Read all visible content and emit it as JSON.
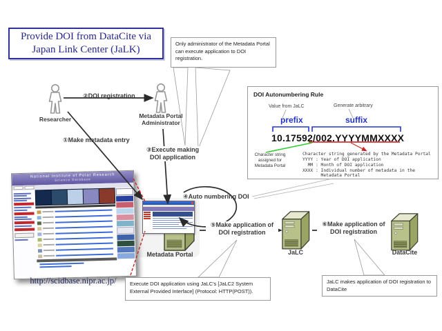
{
  "title": {
    "line1": "Provide DOI from DataCite via",
    "line2": "Japan Link Center (JaLK)"
  },
  "callouts": {
    "admin_note": "Only administrator of the Metadata Portal can execute application to DOI registration.",
    "api_note": "Execute DOI application using JaLC's [JaLC2 System External Provided Interface] (Protocol: HTTP(POST)).",
    "datacite_note": "JaLC makes application of DOI registration to DataCite"
  },
  "actors": {
    "researcher": "Researcher",
    "admin": "Metadata Portal\nAdministrator"
  },
  "steps": {
    "s1": "①Make metadata entry",
    "s2": "②DOI registration",
    "s3": "③Execute making\nDOI application",
    "s4": "④Auto numbering DOI",
    "s5": "⑤Make application of\nDOI registration",
    "s6": "⑥Make application of\nDOI registration"
  },
  "nodes": {
    "portal": "Metadata Portal",
    "jalc": "JaLC",
    "datacite": "DataCite"
  },
  "autonumbering": {
    "box_title": "DOI Autonumbering Rule",
    "prefix_source": "Value from JaLC",
    "suffix_source": "Generate arbitrary",
    "prefix_label": "prefix",
    "suffix_label": "suffix",
    "doi_example": "10.17592/002.YYYYMMXXXX",
    "prefix_note": "Character string\nassigned for\nMetadata Portal",
    "suffix_note": "Character string generated by the Metadata Portal\nYYYY : Year of DOI application\n  MM : Month of DOI application\nXXXX : Individual number of metadata in the\n       Metadata Portal"
  },
  "website": {
    "site_title": "National Institute of Polar Research",
    "site_subtitle": "Science Database",
    "url": "http://scidbase.nipr.ac.jp/"
  },
  "colors": {
    "title_navy": "#30309a",
    "bracket_blue": "#2233cc",
    "underline_red": "#cc1111",
    "pointer_green": "#2ecc2e",
    "server_green": "#b9c18a",
    "zoom_line_red": "#cc2222"
  }
}
